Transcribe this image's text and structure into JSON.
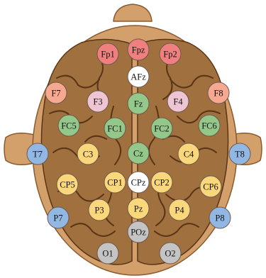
{
  "colors": {
    "background": "#ffffff",
    "skin": "#d3a06c",
    "skin_outline": "#8a5a2e",
    "brain": "#a0703e",
    "sulci": "#5a3416",
    "electrode_outline": "#6b5a4e",
    "fill_red": "#f08080",
    "fill_salmon": "#f6a890",
    "fill_pink": "#eec6d3",
    "fill_green": "#94c88a",
    "fill_yellow": "#fbd77c",
    "fill_blue": "#93b7e3",
    "fill_gray": "#c4c4c4",
    "fill_white": "#ffffff"
  },
  "electrodes": [
    {
      "name": "fp1",
      "label": "Fp1",
      "fill": "red"
    },
    {
      "name": "fpz",
      "label": "Fpz",
      "fill": "red"
    },
    {
      "name": "fp2",
      "label": "Fp2",
      "fill": "red"
    },
    {
      "name": "afz",
      "label": "AFz",
      "fill": "white"
    },
    {
      "name": "f7",
      "label": "F7",
      "fill": "salmon"
    },
    {
      "name": "f3",
      "label": "F3",
      "fill": "pink"
    },
    {
      "name": "fz",
      "label": "Fz",
      "fill": "green"
    },
    {
      "name": "f4",
      "label": "F4",
      "fill": "pink"
    },
    {
      "name": "f8",
      "label": "F8",
      "fill": "salmon"
    },
    {
      "name": "fc5",
      "label": "FC5",
      "fill": "green"
    },
    {
      "name": "fc1",
      "label": "FC1",
      "fill": "green"
    },
    {
      "name": "fc2",
      "label": "FC2",
      "fill": "green"
    },
    {
      "name": "fc6",
      "label": "FC6",
      "fill": "green"
    },
    {
      "name": "t7",
      "label": "T7",
      "fill": "blue"
    },
    {
      "name": "c3",
      "label": "C3",
      "fill": "yellow"
    },
    {
      "name": "cz",
      "label": "Cz",
      "fill": "green"
    },
    {
      "name": "c4",
      "label": "C4",
      "fill": "yellow"
    },
    {
      "name": "t8",
      "label": "T8",
      "fill": "blue"
    },
    {
      "name": "cp5",
      "label": "CP5",
      "fill": "yellow"
    },
    {
      "name": "cp1",
      "label": "CP1",
      "fill": "yellow"
    },
    {
      "name": "cpz",
      "label": "CPz",
      "fill": "white"
    },
    {
      "name": "cp2",
      "label": "CP2",
      "fill": "yellow"
    },
    {
      "name": "cp6",
      "label": "CP6",
      "fill": "yellow"
    },
    {
      "name": "p7",
      "label": "P7",
      "fill": "blue"
    },
    {
      "name": "p3",
      "label": "P3",
      "fill": "yellow"
    },
    {
      "name": "pz",
      "label": "Pz",
      "fill": "yellow"
    },
    {
      "name": "p4",
      "label": "P4",
      "fill": "yellow"
    },
    {
      "name": "p8",
      "label": "P8",
      "fill": "blue"
    },
    {
      "name": "poz",
      "label": "POz",
      "fill": "gray"
    },
    {
      "name": "o1",
      "label": "O1",
      "fill": "gray"
    },
    {
      "name": "o2",
      "label": "O2",
      "fill": "gray"
    }
  ]
}
